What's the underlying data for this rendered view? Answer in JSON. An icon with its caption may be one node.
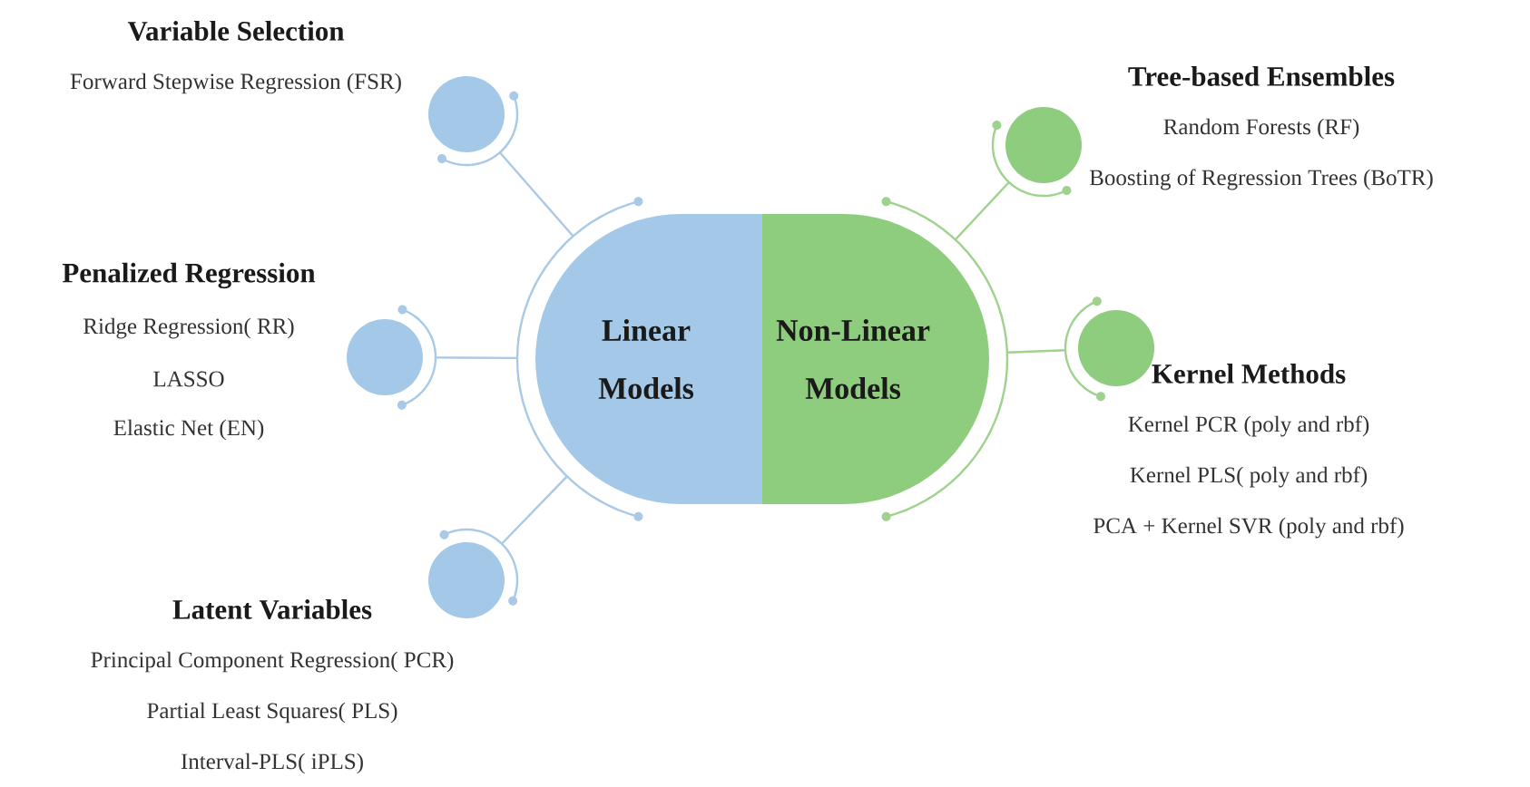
{
  "diagram": {
    "nodes": [
      {
        "text": [
          "Linear Models"
        ]
      },
      {
        "text": [
          "Non-Linear Models"
        ]
      },
      {
        "text": [],
        "shape": "circle",
        "beside": [
          "Variable Selection",
          "Forward Stepwise Regression (FSR)"
        ]
      },
      {
        "text": [],
        "shape": "circle",
        "beside": [
          "Tree-based Ensembles",
          "Random Forests (RF)",
          "Boosting of Regression Trees (BoTR)"
        ]
      },
      {
        "text": [],
        "shape": "circle",
        "beside": [
          "Penalized Regression",
          "Ridge Regression( RR)",
          "LASSO",
          "Elastic Net (EN)"
        ]
      },
      {
        "text": [],
        "shape": "circle",
        "beside": [
          "Kernel Methods",
          "Kernel PCR (poly and rbf)",
          "Kernel PLS( poly and rbf)",
          "PCA + Kernel SVR (poly and rbf)"
        ]
      },
      {
        "text": [],
        "shape": "circle",
        "beside": [
          "Latent Variables",
          "Principal Component Regression( PCR)",
          "Partial Least Squares( PLS)",
          "Interval-PLS( iPLS)"
        ]
      }
    ],
    "edges": [
      {
        "from": 0,
        "to": 2,
        "arrow": "none"
      },
      {
        "from": 1,
        "to": 3,
        "arrow": "none",
        "color": "#9ed28e"
      },
      {
        "from": 0,
        "to": 4,
        "arrow": "none"
      },
      {
        "from": 1,
        "to": 5,
        "arrow": "none",
        "color": "#9ed28e"
      },
      {
        "from": 0,
        "to": 6,
        "arrow": "none"
      }
    ]
  }
}
